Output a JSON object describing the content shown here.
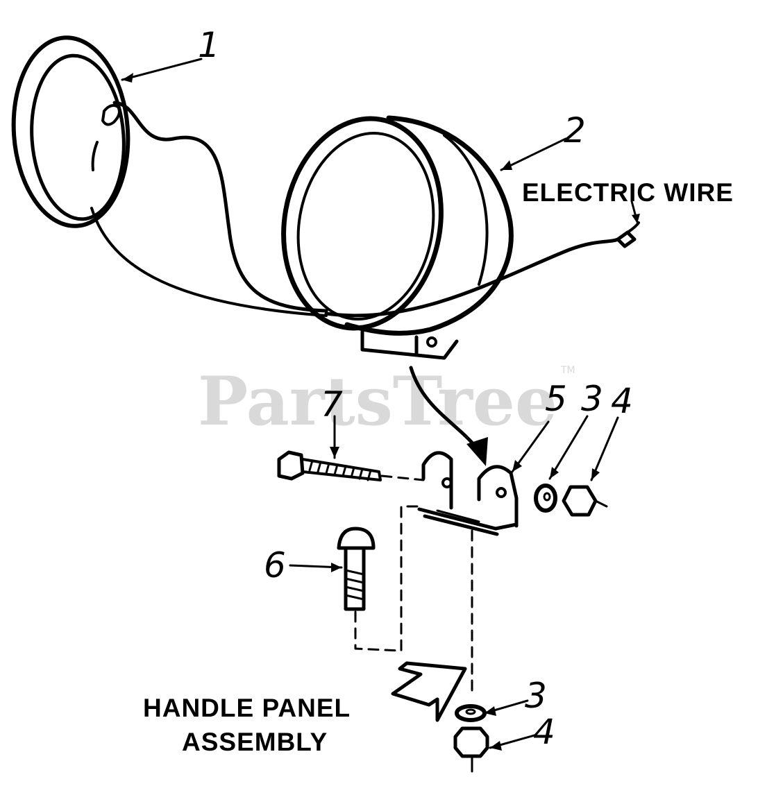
{
  "watermark": {
    "text": "PartsTree",
    "trademark": "TM"
  },
  "callouts": {
    "part_1": "1",
    "part_2": "2",
    "part_3_upper": "3",
    "part_4_upper": "4",
    "part_5": "5",
    "part_6": "6",
    "part_7": "7",
    "part_3_lower": "3",
    "part_4_lower": "4"
  },
  "labels": {
    "electric_wire": "ELECTRIC WIRE",
    "handle_panel_line1": "HANDLE PANEL",
    "handle_panel_line2": "ASSEMBLY"
  },
  "colors": {
    "ink": "#000000",
    "watermark": "#d9d9d9",
    "background": "#ffffff"
  }
}
